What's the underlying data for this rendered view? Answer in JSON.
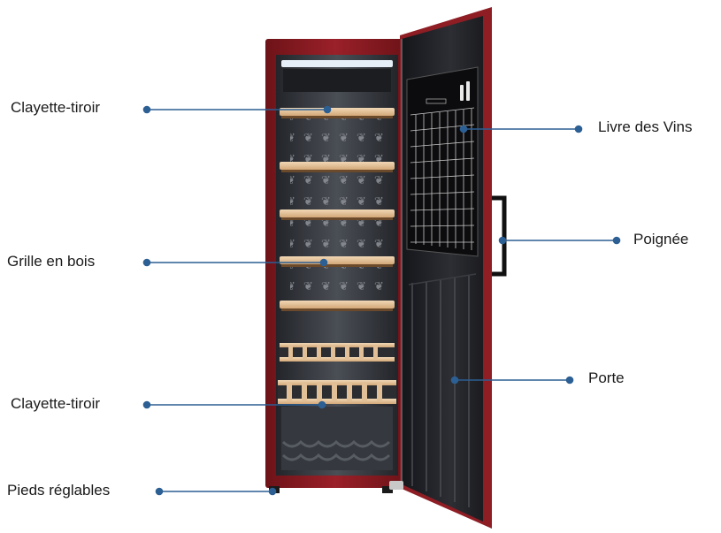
{
  "labels": {
    "drawer_shelf_top": "Clayette-tiroir",
    "wood_grid": "Grille en bois",
    "drawer_shelf_bottom": "Clayette-tiroir",
    "adjustable_feet": "Pieds réglables",
    "wine_book": "Livre des Vins",
    "handle": "Poignée",
    "door": "Porte"
  },
  "colors": {
    "cabinet_red": "#8e1d24",
    "callout_line": "#2c5f93",
    "interior": "#3a3d42",
    "wood": "#e8c9a3"
  }
}
